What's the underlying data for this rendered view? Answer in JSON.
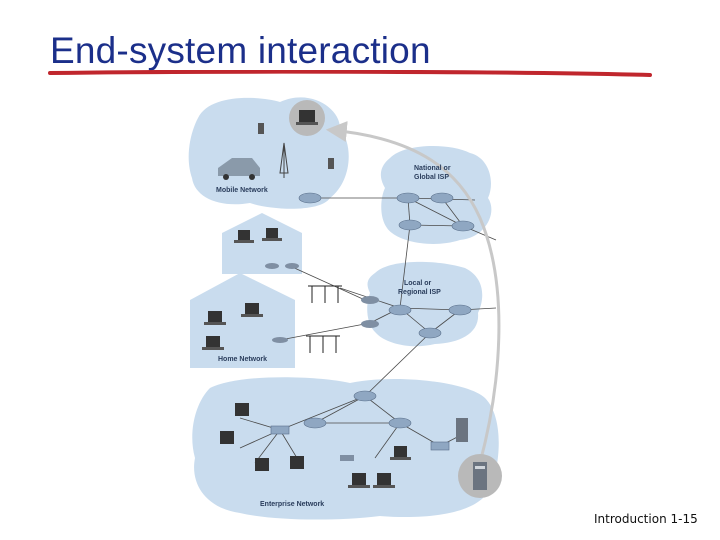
{
  "slide": {
    "title": "End-system interaction",
    "footer": "Introduction 1-15"
  },
  "diagram": {
    "labels": {
      "mobile_network": "Mobile Network",
      "national_isp_line1": "National or",
      "national_isp_line2": "Global ISP",
      "local_isp_line1": "Local or",
      "local_isp_line2": "Regional ISP",
      "home_network": "Home Network",
      "enterprise_network": "Enterprise Network"
    }
  },
  "colors": {
    "title": "#1b2f8a",
    "underline": "#c0262d",
    "cloud": "#c9dcee",
    "router": "#8fa7c2"
  }
}
